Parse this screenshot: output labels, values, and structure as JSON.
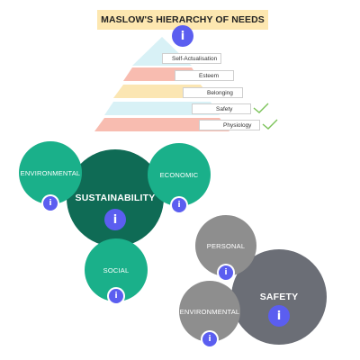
{
  "title": "MASLOW'S HIERARCHY OF NEEDS",
  "info_glyph": "i",
  "pyramid": {
    "levels": [
      {
        "label": "Self-Actualisation",
        "color": "#d8f1f6",
        "checked": false
      },
      {
        "label": "Esteem",
        "color": "#f8bcb0",
        "checked": false
      },
      {
        "label": "Belonging",
        "color": "#fbe6b3",
        "checked": false
      },
      {
        "label": "Safety",
        "color": "#d8f1f6",
        "checked": true
      },
      {
        "label": "Physiology",
        "color": "#f8bcb0",
        "checked": true
      }
    ],
    "check_color": "#7cc35a"
  },
  "sustainability": {
    "center": {
      "label": "SUSTAINABILITY",
      "color": "#0f6b55"
    },
    "satellites": [
      {
        "label": "ENVIRONMENTAL",
        "color": "#1ab08a"
      },
      {
        "label": "ECONOMIC",
        "color": "#1ab08a"
      },
      {
        "label": "SOCIAL",
        "color": "#1ab08a"
      }
    ]
  },
  "safety": {
    "center": {
      "label": "SAFETY",
      "color": "#6b6e76"
    },
    "satellites": [
      {
        "label": "PERSONAL",
        "color": "#8e8e8e"
      },
      {
        "label": "ENVIRONMENTAL",
        "color": "#8e8e8e"
      }
    ]
  }
}
